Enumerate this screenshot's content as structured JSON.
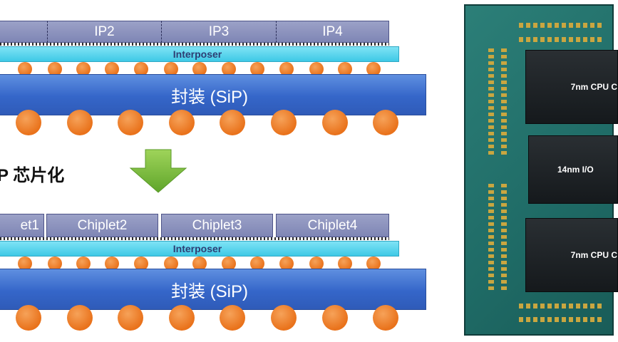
{
  "top_diagram": {
    "ip_blocks": [
      "",
      "IP2",
      "IP3",
      "IP4"
    ],
    "interposer_label": "Interposer",
    "substrate_label": "封装 (SiP)"
  },
  "transition": {
    "caption": "P 芯片化"
  },
  "bottom_diagram": {
    "chiplets": [
      "et1",
      "Chiplet2",
      "Chiplet3",
      "Chiplet4"
    ],
    "interposer_label": "Interposer",
    "substrate_label": "封装 (SiP)"
  },
  "chip_photo": {
    "dies": [
      "7nm CPU C",
      "14nm I/O",
      "7nm CPU C"
    ]
  },
  "colors": {
    "block": "#8a90bd",
    "interposer": "#4fd2ec",
    "substrate": "#3566c9",
    "solder_ball": "#e9721b",
    "arrow": "#7cc03a",
    "package": "#1f6b66"
  }
}
